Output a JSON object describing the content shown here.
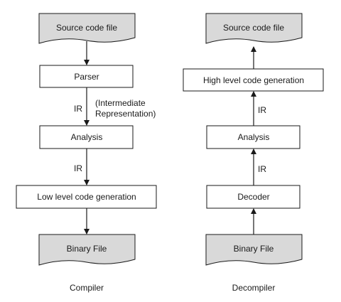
{
  "compiler": {
    "source_label": "Source code file",
    "parser_label": "Parser",
    "ir_label_1": "IR",
    "ir_note_line1": "(Intermediate",
    "ir_note_line2": "Representation)",
    "analysis_label": "Analysis",
    "ir_label_2": "IR",
    "lowlevel_label": "Low level code generation",
    "binary_label": "Binary File",
    "caption": "Compiler"
  },
  "decompiler": {
    "source_label": "Source code file",
    "highlevel_label": "High level code generation",
    "ir_label_1": "IR",
    "analysis_label": "Analysis",
    "ir_label_2": "IR",
    "decoder_label": "Decoder",
    "binary_label": "Binary File",
    "caption": "Decompiler"
  },
  "colors": {
    "document_fill": "#d9d9d9",
    "box_fill": "#ffffff",
    "stroke": "#1a1a1a"
  }
}
